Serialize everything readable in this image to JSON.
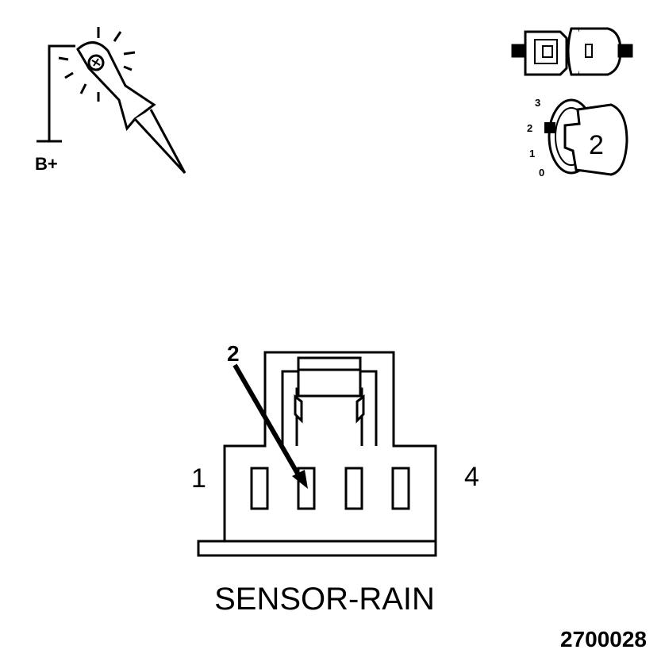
{
  "test_light": {
    "supply_label": "B+"
  },
  "ignition": {
    "positions": [
      "3",
      "2",
      "1",
      "0"
    ],
    "key_number": "2"
  },
  "connector": {
    "pin_callout": "2",
    "left_pin_label": "1",
    "right_pin_label": "4",
    "name": "SENSOR-RAIN"
  },
  "figure_id": "2700028"
}
